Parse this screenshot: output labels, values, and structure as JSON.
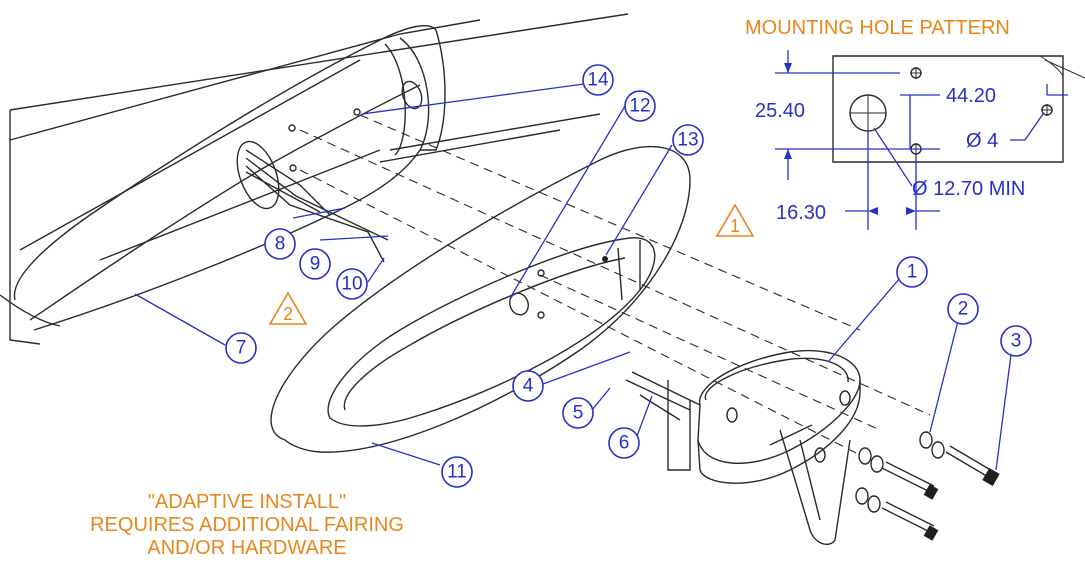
{
  "callouts": {
    "c1": "1",
    "c2": "2",
    "c3": "3",
    "c4": "4",
    "c5": "5",
    "c6": "6",
    "c7": "7",
    "c8": "8",
    "c9": "9",
    "c10": "10",
    "c11": "11",
    "c12": "12",
    "c13": "13",
    "c14": "14"
  },
  "notes": {
    "n1": "1",
    "n2": "2"
  },
  "hole_pattern": {
    "title": "MOUNTING HOLE PATTERN",
    "dim_vertical": "25.40",
    "dim_horizontal": "44.20",
    "dim_offset": "16.30",
    "dim_small_hole": "Ø 4",
    "dim_large_hole": "Ø 12.70 MIN"
  },
  "adaptive_note": {
    "line1": "\"ADAPTIVE INSTALL\"",
    "line2": "REQUIRES ADDITIONAL FAIRING",
    "line3": "AND/OR HARDWARE"
  },
  "colors": {
    "callout_blue": "#2431c9",
    "note_orange": "#e8861c"
  }
}
